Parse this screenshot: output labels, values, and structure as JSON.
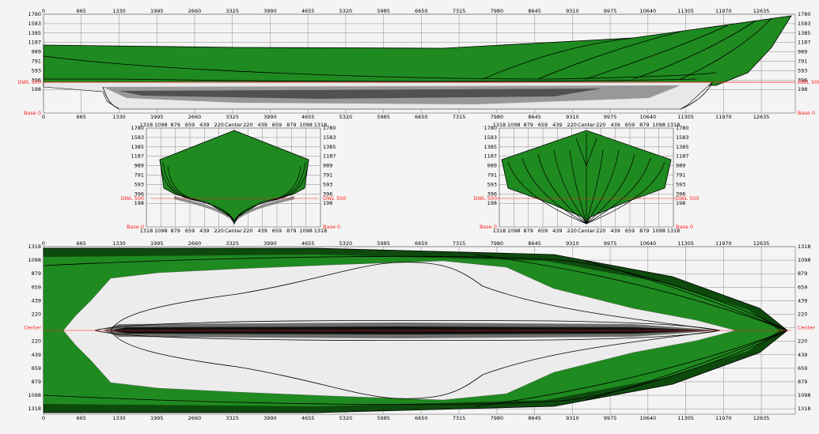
{
  "colors": {
    "hull_fill": "#1f8a1f",
    "hull_dark": "#0e4a0e",
    "water_red": "#ff2020",
    "grid": "#888888",
    "line": "#000000",
    "underwater_light": "#e8e8e8",
    "underwater_dark": "#404040"
  },
  "profile_view": {
    "x_ticks": [
      "0",
      "665",
      "1330",
      "1995",
      "2660",
      "3325",
      "3990",
      "4655",
      "5320",
      "5985",
      "6650",
      "7315",
      "7980",
      "8645",
      "9310",
      "9975",
      "10640",
      "11305",
      "11970",
      "12635"
    ],
    "y_ticks": [
      "1780",
      "1583",
      "1385",
      "1187",
      "989",
      "791",
      "593",
      "396",
      "198"
    ],
    "dwl_label": "DWL 500",
    "base_label": "Base 0"
  },
  "body_plan_left": {
    "x_ticks": [
      "1318",
      "1098",
      "879",
      "659",
      "439",
      "220",
      "Center",
      "220",
      "439",
      "659",
      "879",
      "1098",
      "1318"
    ],
    "y_ticks": [
      "1780",
      "1583",
      "1385",
      "1187",
      "989",
      "791",
      "593",
      "396",
      "198"
    ],
    "dwl_label": "DWL 500",
    "base_label": "Base 0"
  },
  "body_plan_right": {
    "x_ticks": [
      "1318",
      "1098",
      "879",
      "659",
      "439",
      "220",
      "Center",
      "220",
      "439",
      "659",
      "879",
      "1098",
      "1318"
    ],
    "y_ticks": [
      "1780",
      "1583",
      "1385",
      "1187",
      "989",
      "791",
      "593",
      "396",
      "198"
    ],
    "dwl_label": "DWL 500",
    "base_label": "Base 0"
  },
  "plan_view": {
    "x_ticks": [
      "0",
      "665",
      "1330",
      "1995",
      "2660",
      "3325",
      "3990",
      "4655",
      "5320",
      "5985",
      "6650",
      "7315",
      "7980",
      "8645",
      "9310",
      "9975",
      "10640",
      "11305",
      "11970",
      "12635"
    ],
    "y_ticks": [
      "1318",
      "1098",
      "879",
      "659",
      "439",
      "220",
      "Center",
      "220",
      "439",
      "659",
      "879",
      "1098",
      "1318"
    ],
    "center_label": "Center"
  }
}
